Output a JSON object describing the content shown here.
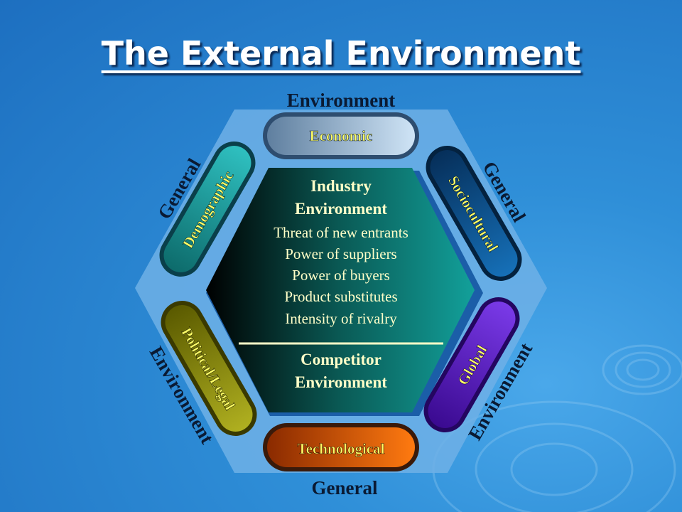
{
  "title": "The External Environment",
  "labels": {
    "top": "Environment",
    "bottom": "General",
    "upper_left": "General",
    "upper_right": "General",
    "lower_left": "Environment",
    "lower_right": "Environment"
  },
  "segments": {
    "economic": "Economic",
    "demographic": "Demographic",
    "sociocultural": "Sociocultural",
    "political_legal": "Political/Legal",
    "global": "Global",
    "technological": "Technological"
  },
  "industry": {
    "heading_line1": "Industry",
    "heading_line2": "Environment",
    "items": [
      "Threat of new entrants",
      "Power of suppliers",
      "Power of buyers",
      "Product substitutes",
      "Intensity of rivalry"
    ]
  },
  "competitor": {
    "line1": "Competitor",
    "line2": "Environment"
  },
  "colors": {
    "economic": "#8aa8c8",
    "demographic": "#1aa3a3",
    "sociocultural": "#0a4f8a",
    "political_legal": "#8a8a10",
    "global": "#5a1fc8",
    "technological": "#e05a10",
    "industry_text": "#ffffc8",
    "segment_text": "#ffff66"
  }
}
